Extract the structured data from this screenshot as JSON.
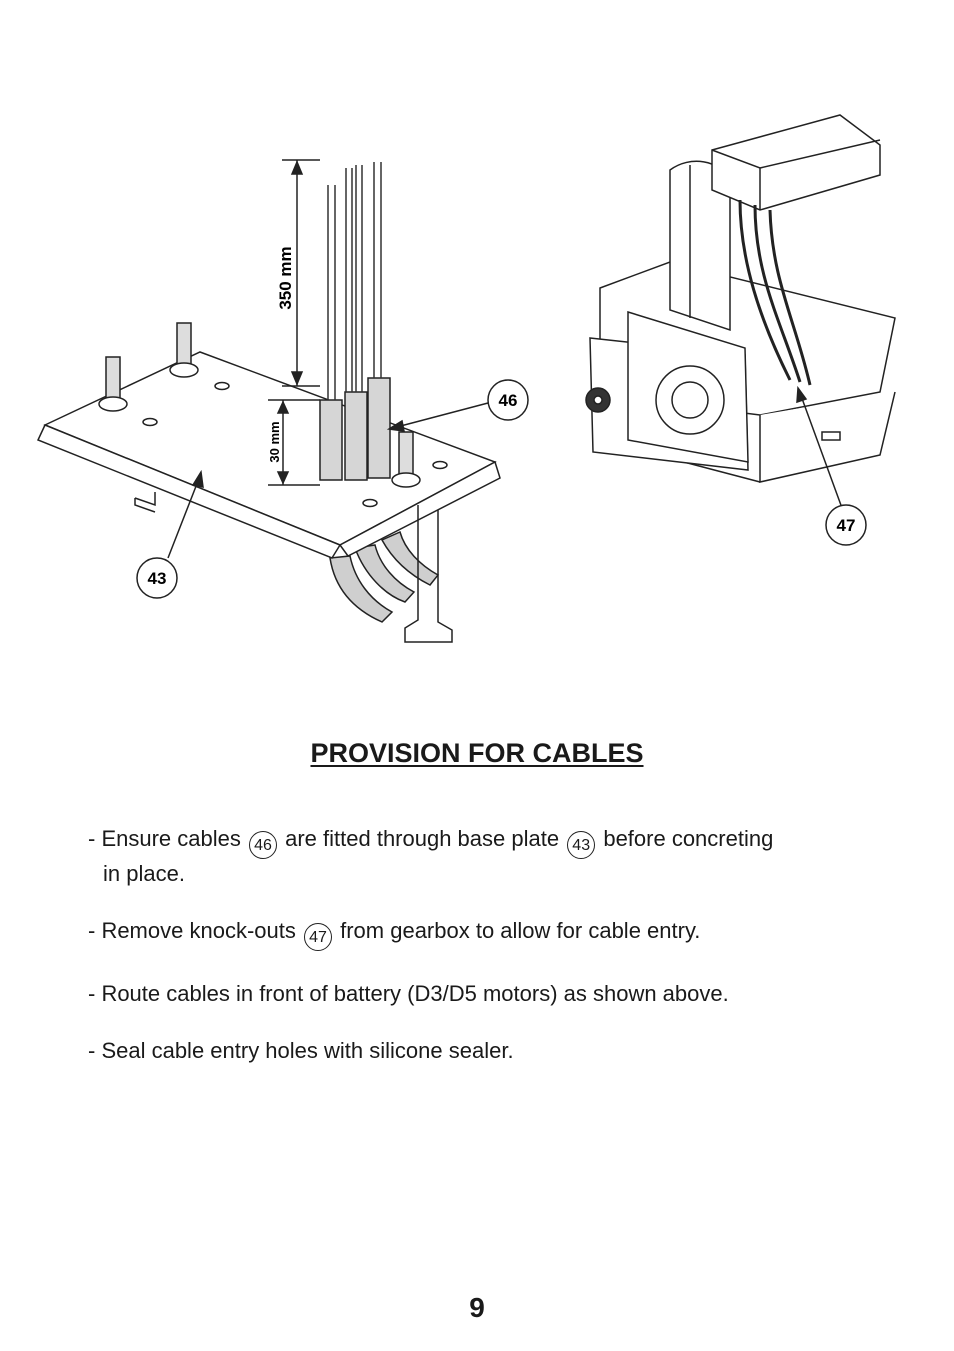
{
  "figure": {
    "dimensions": {
      "long_cable": "350 mm",
      "short_sleeve": "30 mm"
    },
    "callouts": {
      "cables": "46",
      "base_plate": "43",
      "knock_outs": "47"
    }
  },
  "title": "PROVISION FOR CABLES",
  "instructions": {
    "item1": {
      "a": "- Ensure cables",
      "ref1": "46",
      "b": "are fitted through base plate",
      "ref2": "43",
      "c": "before concreting",
      "d": "in place."
    },
    "item2": {
      "a": "- Remove knock-outs",
      "ref1": "47",
      "b": "from gearbox to allow for cable entry."
    },
    "item3": "- Route cables in front of battery (D3/D5 motors) as shown above.",
    "item4": "- Seal cable entry holes with silicone sealer."
  },
  "page_number": "9"
}
